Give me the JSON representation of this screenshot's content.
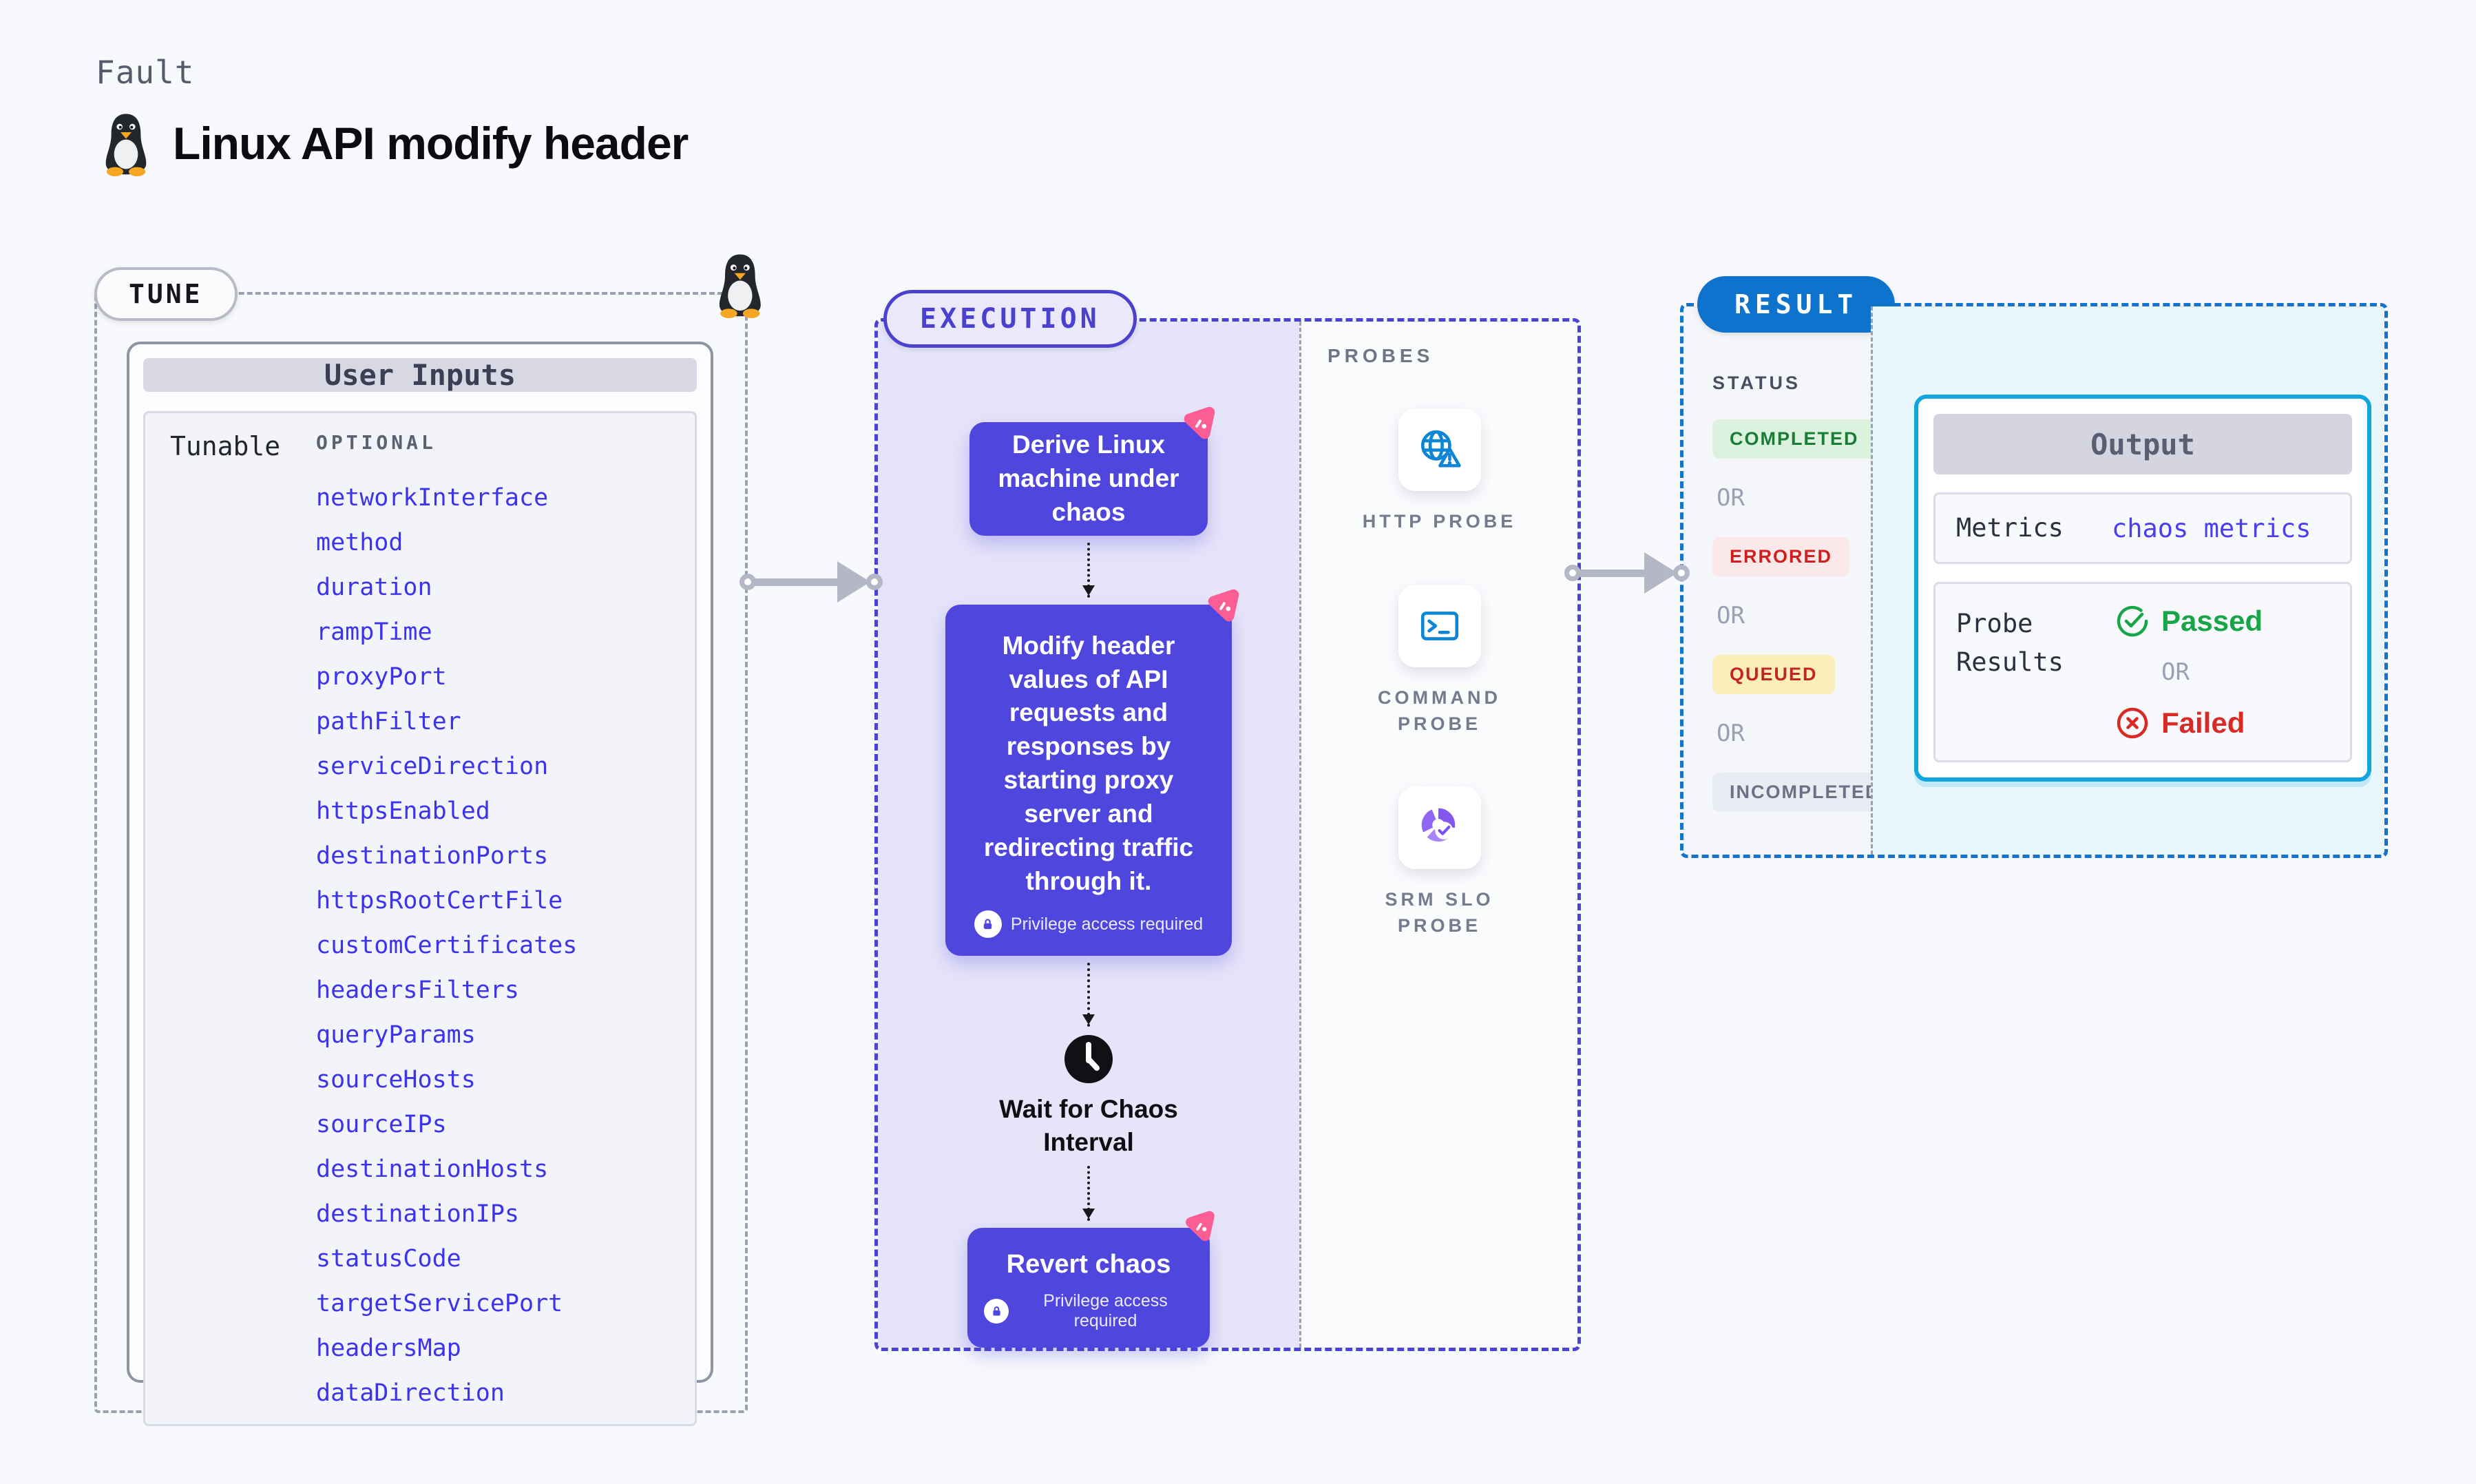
{
  "header": {
    "eyebrow": "Fault",
    "title": "Linux API modify header"
  },
  "tune": {
    "badge": "TUNE",
    "card_title": "User Inputs",
    "row_label": "Tunable",
    "optional_label": "OPTIONAL",
    "tunables": [
      "networkInterface",
      "method",
      "duration",
      "rampTime",
      "proxyPort",
      "pathFilter",
      "serviceDirection",
      "httpsEnabled",
      "destinationPorts",
      "httpsRootCertFile",
      "customCertificates",
      "headersFilters",
      "queryParams",
      "sourceHosts",
      "sourceIPs",
      "destinationHosts",
      "destinationIPs",
      "statusCode",
      "targetServicePort",
      "headersMap",
      "dataDirection"
    ]
  },
  "execution": {
    "badge": "EXECUTION",
    "steps": {
      "derive": {
        "label": "Derive Linux machine under chaos"
      },
      "modify": {
        "label": "Modify header values of API requests and responses by starting proxy server and redirecting traffic through it.",
        "note": "Privilege access required"
      },
      "wait": {
        "label": "Wait for Chaos Interval"
      },
      "revert": {
        "label": "Revert chaos",
        "note": "Privilege access required"
      }
    }
  },
  "probes": {
    "label": "PROBES",
    "items": [
      {
        "label": "HTTP PROBE",
        "icon": "globe-alert-icon"
      },
      {
        "label": "COMMAND PROBE",
        "icon": "terminal-icon"
      },
      {
        "label": "SRM SLO PROBE",
        "icon": "slo-donut-check-icon"
      }
    ]
  },
  "result": {
    "badge": "RESULT",
    "status_label": "STATUS",
    "or_label": "OR",
    "statuses": [
      {
        "label": "COMPLETED",
        "fg": "#1b7c35",
        "bg": "#dbf2df"
      },
      {
        "label": "ERRORED",
        "fg": "#cf1f1f",
        "bg": "#fbe8e8"
      },
      {
        "label": "QUEUED",
        "fg": "#c32525",
        "bg": "#faeeba"
      },
      {
        "label": "INCOMPLETED",
        "fg": "#6a7085",
        "bg": "#eaecf3"
      }
    ],
    "output": {
      "title": "Output",
      "metrics_label": "Metrics",
      "metrics_value": "chaos metrics",
      "probe_results_label": "Probe Results",
      "passed_label": "Passed",
      "failed_label": "Failed"
    }
  },
  "colors": {
    "page_bg": "#f8f9fc",
    "accent_indigo": "#4c43d2",
    "node_indigo": "#4f46dd",
    "exec_fill": "#e6e4f9",
    "chaos_pink": "#fb5e95",
    "probe_blue": "#0e86d6",
    "slo_purple": "#8b5cf6",
    "result_blue": "#0e73cd",
    "output_border": "#12a6de",
    "link_blue": "#3c33ec",
    "passed_green": "#18a548",
    "failed_red": "#d92a26",
    "arrow_gray": "#b5b7c7"
  }
}
